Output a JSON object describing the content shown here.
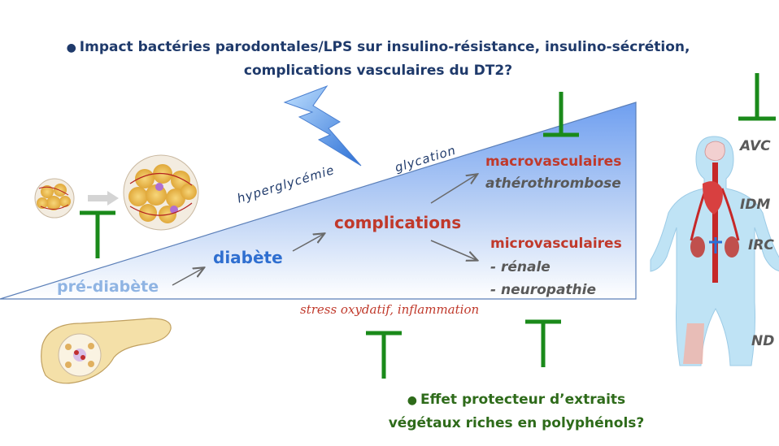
{
  "question_top": {
    "bullet": "●",
    "line1": "Impact bactéries parodontales/LPS sur insulino-résistance, insulino-sécrétion,",
    "line2": "complications vasculaires du DT2?"
  },
  "question_bottom": {
    "bullet": "●",
    "line1": "Effet protecteur d’extraits",
    "line2": "végétaux riches en polyphénols?"
  },
  "stages": {
    "prediabete": "pré-diabète",
    "diabete": "diabète",
    "complications": "complications"
  },
  "wedge_labels": {
    "hyperglycemie": "hyperglycémie",
    "glycation": "glycation",
    "stress": "stress oxydatif, inflammation"
  },
  "macro": {
    "title": "macrovasculaires",
    "item": "athérothrombose"
  },
  "micro": {
    "title": "microvasculaires",
    "item1": "- rénale",
    "item2": "- neuropathie"
  },
  "body_labels": {
    "avc": "AVC",
    "idm": "IDM",
    "irc": "IRC",
    "nd": "ND"
  },
  "colors": {
    "dark_blue": "#1f3a6b",
    "green": "#1a7a1a",
    "red": "#c0392b",
    "stage_light": "#8fb4e3",
    "stage_blue": "#2f6fd0",
    "wedge_top": "#7da7f0",
    "wedge_bottom": "#ffffff",
    "grey_text": "#595959",
    "body_blue": "#bfe3f5"
  }
}
